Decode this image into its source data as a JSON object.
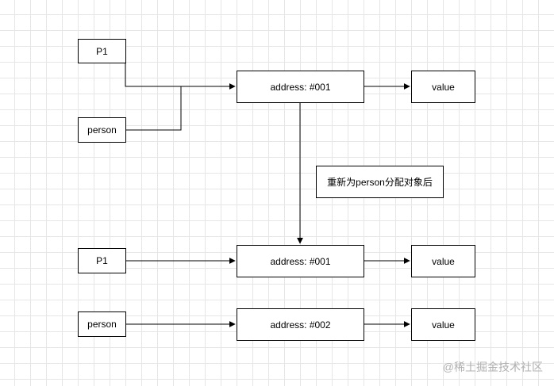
{
  "diagram": {
    "nodes": {
      "p1_top": "P1",
      "person_top": "person",
      "addr_top": "address: #001",
      "value_top": "value",
      "note": "重新为person分配对象后",
      "p1_mid": "P1",
      "addr_mid": "address: #001",
      "value_mid": "value",
      "person_bot": "person",
      "addr_bot": "address: #002",
      "value_bot": "value"
    },
    "stroke_color": "#000000"
  },
  "watermark": "@稀土掘金技术社区"
}
